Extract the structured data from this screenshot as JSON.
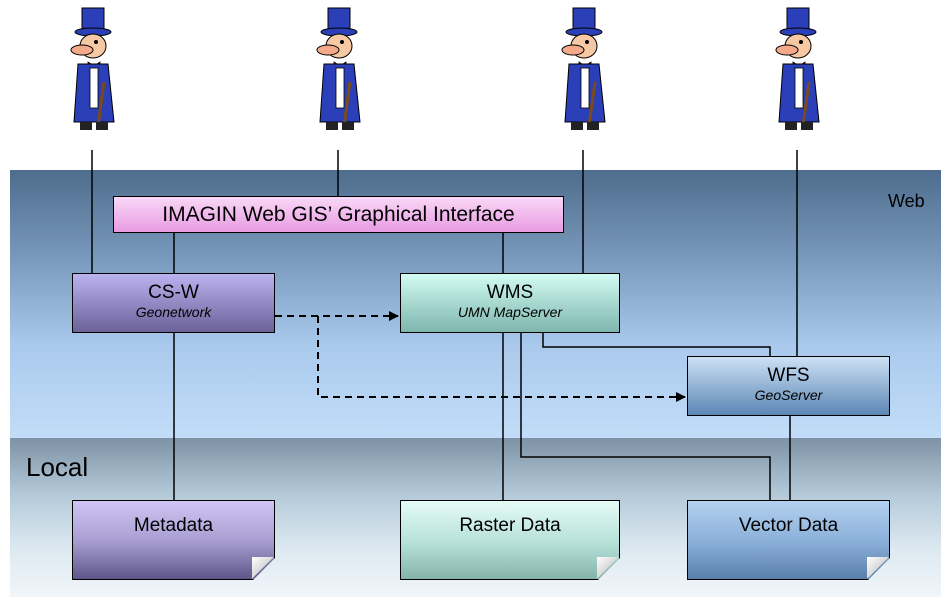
{
  "zones": {
    "web_label": "Web",
    "local_label": "Local"
  },
  "gui": {
    "title": "IMAGIN Web GIS’ Graphical Interface"
  },
  "services": {
    "csw": {
      "name": "CS-W",
      "impl": "Geonetwork"
    },
    "wms": {
      "name": "WMS",
      "impl": "UMN MapServer"
    },
    "wfs": {
      "name": "WFS",
      "impl": "GeoServer"
    }
  },
  "data_stores": {
    "metadata": "Metadata",
    "raster": "Raster Data",
    "vector": "Vector Data"
  },
  "users": [
    {
      "icon": "user-figure-icon"
    },
    {
      "icon": "user-figure-icon"
    },
    {
      "icon": "user-figure-icon"
    },
    {
      "icon": "user-figure-icon"
    }
  ],
  "colors": {
    "gui": "#ee9de6",
    "csw": "#9990d0",
    "wms": "#a8e0d8",
    "wfs": "#8fb4e0",
    "web_zone": "#6f8fb0",
    "local_zone": "#c8dce8"
  }
}
